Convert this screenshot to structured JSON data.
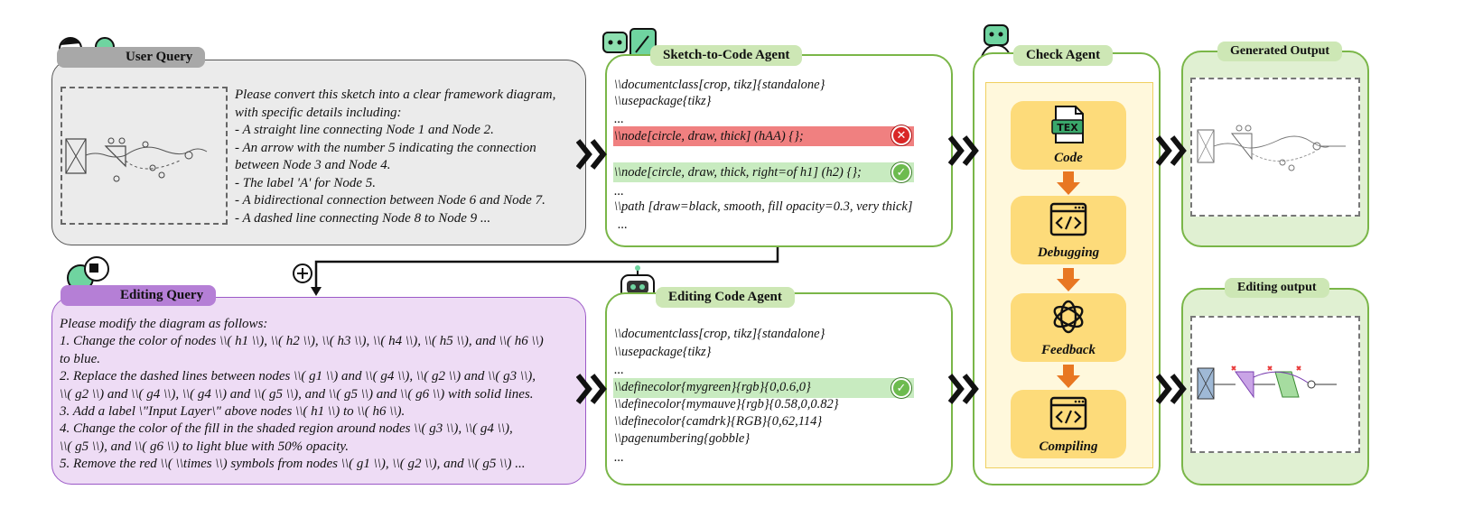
{
  "user_query": {
    "title": "User Query",
    "lines": [
      "Please convert this sketch into a clear framework diagram,",
      "with specific details including:",
      "- A straight line connecting Node 1 and Node 2.",
      "- An arrow with the number 5 indicating the connection",
      "between Node 3 and Node 4.",
      "- The label 'A' for Node 5.",
      "- A bidirectional connection between Node 6 and Node 7.",
      "- A dashed line connecting Node 8 to Node 9 ..."
    ]
  },
  "editing_query": {
    "title": "Editing Query",
    "lines": [
      "Please modify the diagram as follows:",
      "1. Change the color of nodes \\\\( h1 \\\\), \\\\( h2 \\\\), \\\\( h3 \\\\), \\\\( h4 \\\\), \\\\( h5 \\\\), and \\\\( h6 \\\\)",
      "to blue.",
      "2. Replace the dashed lines between nodes \\\\( g1 \\\\) and \\\\( g4 \\\\), \\\\( g2 \\\\) and \\\\( g3 \\\\),",
      "\\\\( g2 \\\\) and \\\\( g4 \\\\), \\\\( g4 \\\\) and \\\\( g5 \\\\), and \\\\( g5 \\\\) and \\\\( g6 \\\\) with solid lines.",
      "3. Add a label \\\"Input Layer\\\" above nodes \\\\( h1 \\\\) to \\\\( h6 \\\\).",
      "4. Change the color of the fill in the shaded region around nodes \\\\( g3 \\\\), \\\\( g4 \\\\),",
      "\\\\( g5 \\\\), and \\\\( g6 \\\\) to light blue with 50% opacity.",
      "5. Remove the red \\\\( \\\\times \\\\) symbols from nodes \\\\( g1 \\\\), \\\\( g2 \\\\), and \\\\( g5 \\\\) ..."
    ]
  },
  "sketch_to_code_agent": {
    "title": "Sketch-to-Code Agent",
    "lines": [
      "\\\\documentclass[crop, tikz]{standalone}",
      "\\\\usepackage{tikz}",
      "...",
      "\\\\node[circle, draw, thick] (hAA) {};",
      "\\\\node[circle, draw, thick, right=of h1] (h2) {};",
      "...",
      "\\\\path [draw=black, smooth, fill opacity=0.3, very thick]",
      "..."
    ],
    "error_line": 3,
    "ok_line": 4
  },
  "editing_code_agent": {
    "title": "Editing Code Agent",
    "lines": [
      "\\\\documentclass[crop, tikz]{standalone}",
      "\\\\usepackage{tikz}",
      "...",
      "\\\\definecolor{mygreen}{rgb}{0,0.6,0}",
      "\\\\definecolor{mymauve}{rgb}{0.58,0,0.82}",
      "\\\\definecolor{camdrk}{RGB}{0,62,114}",
      "\\\\pagenumbering{gobble}",
      "..."
    ],
    "ok_line": 3
  },
  "check_agent": {
    "title": "Check Agent",
    "steps": [
      {
        "label": "Code",
        "icon": "tex-file-icon"
      },
      {
        "label": "Debugging",
        "icon": "code-window-icon"
      },
      {
        "label": "Feedback",
        "icon": "openai-logo-icon"
      },
      {
        "label": "Compiling",
        "icon": "code-window-icon"
      }
    ]
  },
  "outputs": {
    "generated_title": "Generated Output",
    "editing_title": "Editing output"
  },
  "colors": {
    "user_panel": "#ebebeb",
    "edit_panel": "#eedcf5",
    "agent_border": "#7ab648",
    "agent_tag": "#cde7b5",
    "step_fill": "#fddb7a",
    "arrow": "#e87722",
    "error": "#f08080",
    "ok": "#c8ebc0"
  }
}
